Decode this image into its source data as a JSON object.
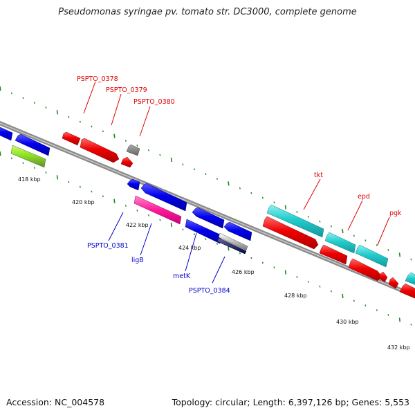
{
  "title": "Pseudomonas syringae pv. tomato str. DC3000, complete genome",
  "footer": {
    "accession": "Accession: NC_004578",
    "summary": "Topology: circular; Length: 6,397,126 bp; Genes: 5,553"
  },
  "colors": {
    "backbone": "#8c8c8c",
    "forward_label": "#e00000",
    "reverse_label": "#0000cc",
    "tick": "#1a8a1a"
  },
  "ticks": [
    "418 kbp",
    "420 kbp",
    "422 kbp",
    "424 kbp",
    "426 kbp",
    "428 kbp",
    "430 kbp",
    "432 kbp"
  ],
  "labels": {
    "forward": [
      "PSPTO_0378",
      "PSPTO_0379",
      "PSPTO_0380",
      "tkt",
      "epd",
      "pgk"
    ],
    "reverse": [
      "PSPTO_0381",
      "ligB",
      "metK",
      "PSPTO_0384"
    ]
  }
}
